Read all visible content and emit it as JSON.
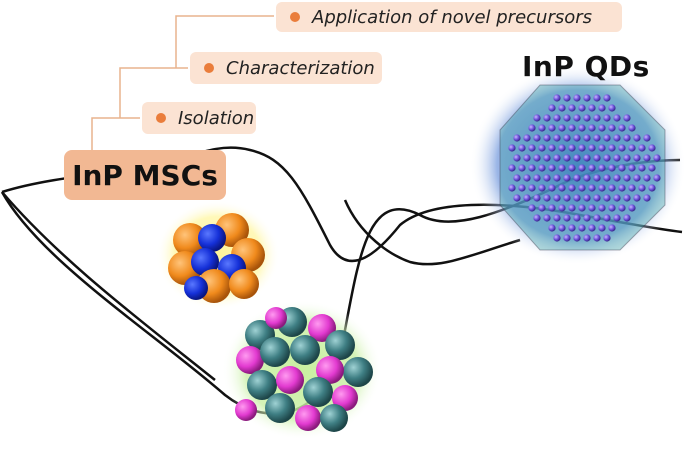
{
  "steps": [
    {
      "label": "Application of novel precursors"
    },
    {
      "label": "Characterization"
    },
    {
      "label": "Isolation"
    }
  ],
  "start_label": "InP MSCs",
  "end_label": "InP QDs",
  "colors": {
    "pill_bg": "#fbe3d3",
    "bullet": "#ea7d3b",
    "msc_box": "#f2b893",
    "msc_atom_orange": "#f08a1c",
    "msc_atom_blue": "#1530d8",
    "cluster_teal": "#3f7f84",
    "cluster_magenta": "#e23ad0",
    "qd_purple": "#6b4fd8",
    "qd_glow": "#4a78d0"
  }
}
